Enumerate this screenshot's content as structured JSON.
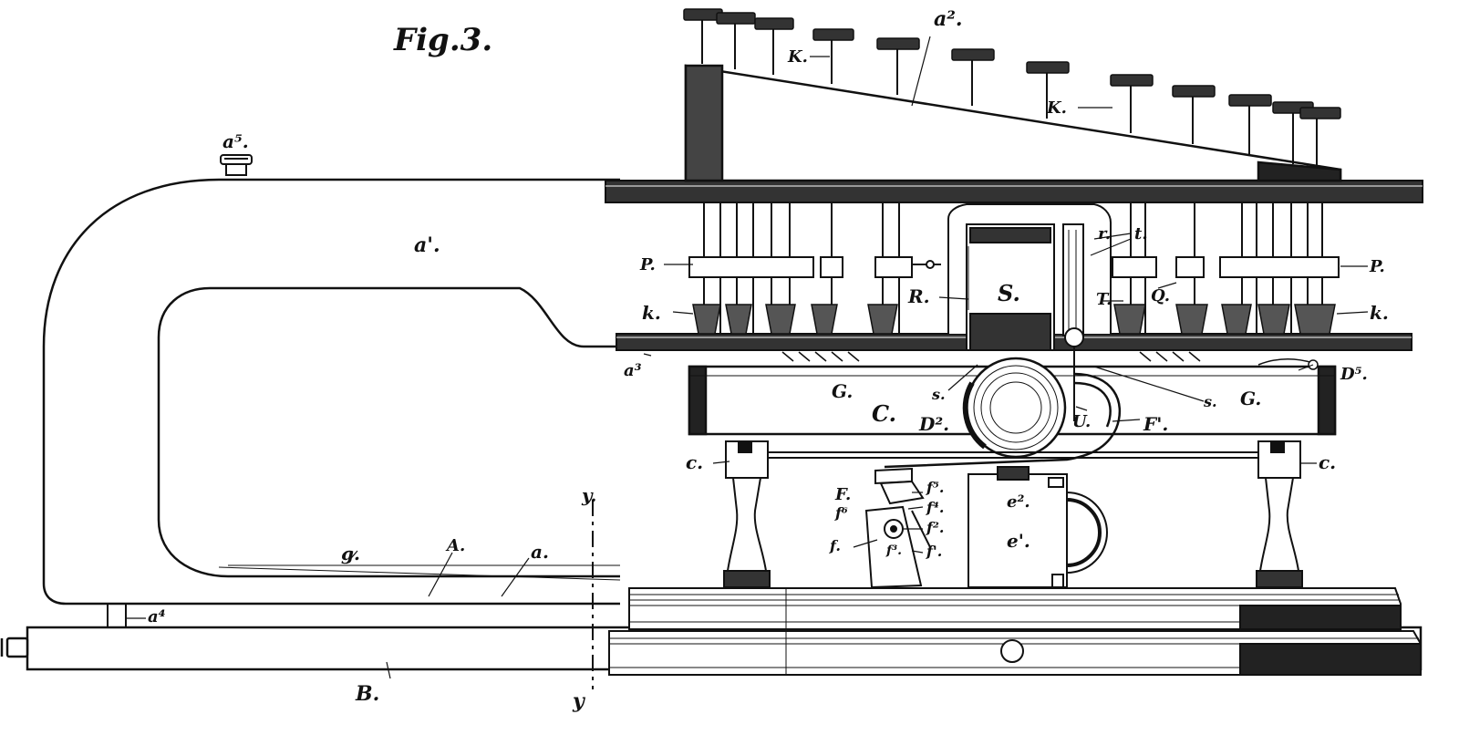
{
  "figure": {
    "title": "Fig.3.",
    "colors": {
      "ink": "#111111",
      "paper": "#ffffff"
    }
  },
  "labels": {
    "a1": "a'.",
    "a2": "a².",
    "a3": "a³",
    "a4": "a⁴",
    "a5": "a⁵.",
    "a": "a.",
    "A": "A.",
    "B": "B.",
    "C": "C.",
    "c_left": "c.",
    "c_right": "c.",
    "D2": "D².",
    "D5": "D⁵.",
    "e1": "e'.",
    "e2": "e².",
    "F": "F.",
    "F1": "F'.",
    "f": "f.",
    "f1": "f'.",
    "f2": "f².",
    "f3": "f³.",
    "f4": "f⁴.",
    "f5": "f⁵.",
    "f6": "f⁶",
    "G_left": "G.",
    "G_right": "G.",
    "g": "g.",
    "K_left": "K.",
    "K_right": "K.",
    "k_left": "k.",
    "k_right": "k.",
    "P_left": "P.",
    "P_right": "P.",
    "Q": "Q.",
    "R": "R.",
    "r": "r.",
    "S": "S.",
    "s_left": "s.",
    "s_right": "s.",
    "T": "T.",
    "t": "t.",
    "U": "U.",
    "y_top": "y.",
    "y_bottom": "y"
  }
}
